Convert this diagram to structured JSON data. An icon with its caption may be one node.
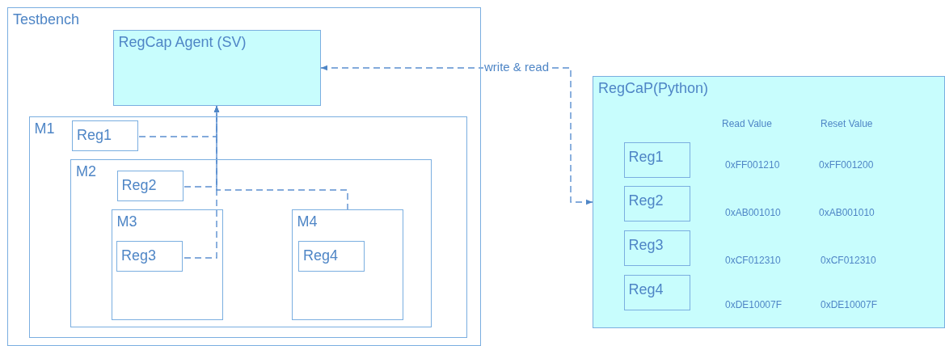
{
  "diagram": {
    "nodes": [
      {
        "text": [
          "Testbench"
        ]
      },
      {
        "text": [
          "RegCap Agent (SV)"
        ],
        "in": 0
      },
      {
        "text": [
          "M1"
        ],
        "in": 0
      },
      {
        "text": [
          "Reg1"
        ],
        "in": 2
      },
      {
        "text": [
          "M2"
        ],
        "in": 2
      },
      {
        "text": [
          "Reg2"
        ],
        "in": 4
      },
      {
        "text": [
          "M3"
        ],
        "in": 4
      },
      {
        "text": [
          "Reg3"
        ],
        "in": 6
      },
      {
        "text": [
          "M4"
        ],
        "in": 4
      },
      {
        "text": [
          "Reg4"
        ],
        "in": 8
      },
      {
        "text": [
          "RegCaP(Python)"
        ]
      },
      {
        "text": [
          "Reg1"
        ],
        "in": 10
      },
      {
        "text": [
          "Reg2"
        ],
        "in": 10
      },
      {
        "text": [
          "Reg3"
        ],
        "in": 10
      },
      {
        "text": [
          "Reg4"
        ],
        "in": 10
      }
    ],
    "edges": [
      {
        "from": 1,
        "to": 10,
        "arrow": "both",
        "label": "write & read",
        "style": "dashed"
      },
      {
        "from": 3,
        "to": 1,
        "arrow": "to",
        "style": "dashed"
      },
      {
        "from": 5,
        "to": 1,
        "arrow": "to",
        "style": "dashed"
      },
      {
        "from": 7,
        "to": 1,
        "arrow": "to",
        "style": "dashed"
      },
      {
        "from": 8,
        "to": 1,
        "arrow": "to",
        "style": "dashed"
      }
    ],
    "labels": [
      "Read Value",
      "Reset Value",
      "0xFF001210",
      "0xFF001200",
      "0xAB001010",
      "0xAB001010",
      "0xCF012310",
      "0xCF012310",
      "0xDE10007F",
      "0xDE10007F"
    ]
  }
}
